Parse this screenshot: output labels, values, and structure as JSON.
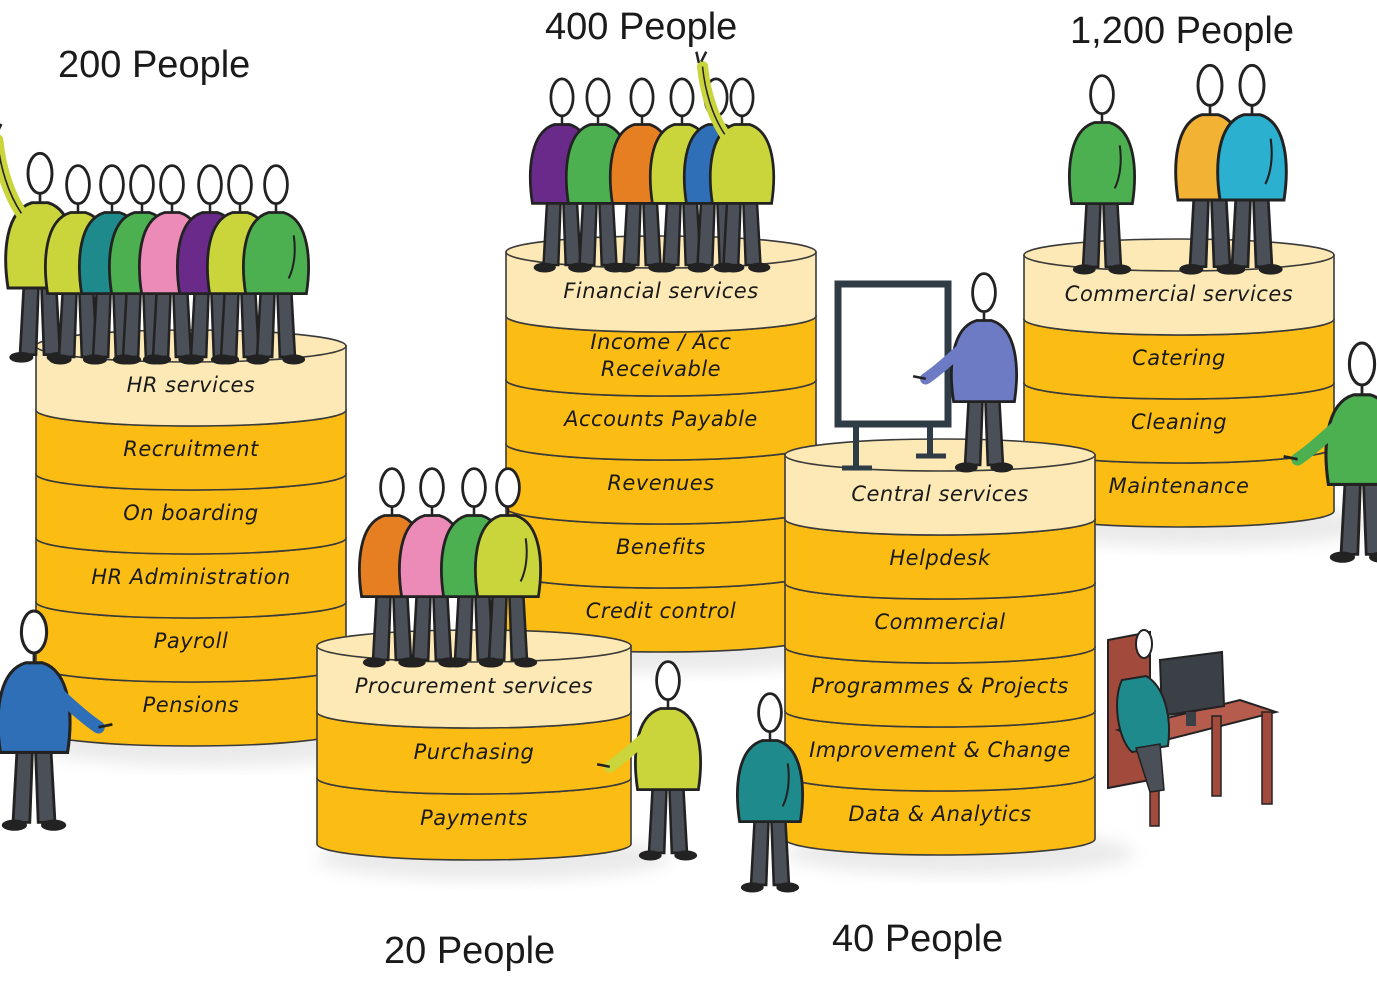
{
  "counts": {
    "hr": "200 People",
    "finance": "400 People",
    "commercial": "1,200 People",
    "procurement": "20 People",
    "central": "40 People"
  },
  "colors": {
    "disc_top": "#fde9b5",
    "disc_body": "#fbbd14",
    "outline": "#3a3a3a",
    "people": [
      "#c9d53b",
      "#1f8a8c",
      "#4caf50",
      "#ec8ab8",
      "#6a2a8a",
      "#e67e22",
      "#2e6fb7",
      "#f2b233",
      "#2bb0d0",
      "#6d7bc4"
    ]
  },
  "stacks": {
    "hr": {
      "header": "HR services",
      "items": [
        "Recruitment",
        "On boarding",
        "HR Administration",
        "Payroll",
        "Pensions"
      ]
    },
    "finance": {
      "header": "Financial services",
      "items": [
        [
          "Income / Acc",
          "Receivable"
        ],
        "Accounts Payable",
        "Revenues",
        "Benefits",
        "Credit control"
      ]
    },
    "commercial": {
      "header": "Commercial services",
      "items": [
        "Catering",
        "Cleaning",
        "Maintenance"
      ]
    },
    "central": {
      "header": "Central services",
      "items": [
        "Helpdesk",
        "Commercial",
        "Programmes & Projects",
        "Improvement & Change",
        "Data & Analytics"
      ]
    },
    "procurement": {
      "header": "Procurement services",
      "items": [
        "Purchasing",
        "Payments"
      ]
    }
  },
  "icons": {
    "whiteboard": "whiteboard-icon",
    "desk": "desk-with-computer-icon",
    "person": "person-figure-icon"
  }
}
